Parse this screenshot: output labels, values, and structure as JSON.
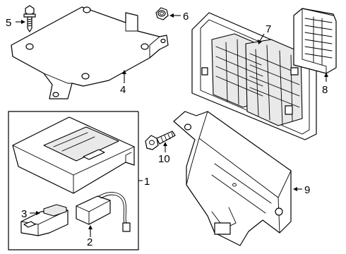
{
  "callouts": {
    "c1": "1",
    "c2": "2",
    "c3": "3",
    "c4": "4",
    "c5": "5",
    "c6": "6",
    "c7": "7",
    "c8": "8",
    "c9": "9",
    "c10": "10"
  },
  "parts": [
    {
      "number": "1",
      "icon": "control-module-assembly-icon"
    },
    {
      "number": "2",
      "icon": "sensor-with-wire-icon"
    },
    {
      "number": "3",
      "icon": "holder-clip-icon"
    },
    {
      "number": "4",
      "icon": "mounting-bracket-icon"
    },
    {
      "number": "5",
      "icon": "bolt-icon"
    },
    {
      "number": "6",
      "icon": "nut-icon"
    },
    {
      "number": "7",
      "icon": "module-cover-icon"
    },
    {
      "number": "8",
      "icon": "connector-module-icon"
    },
    {
      "number": "9",
      "icon": "large-control-module-icon"
    },
    {
      "number": "10",
      "icon": "screw-icon"
    }
  ]
}
